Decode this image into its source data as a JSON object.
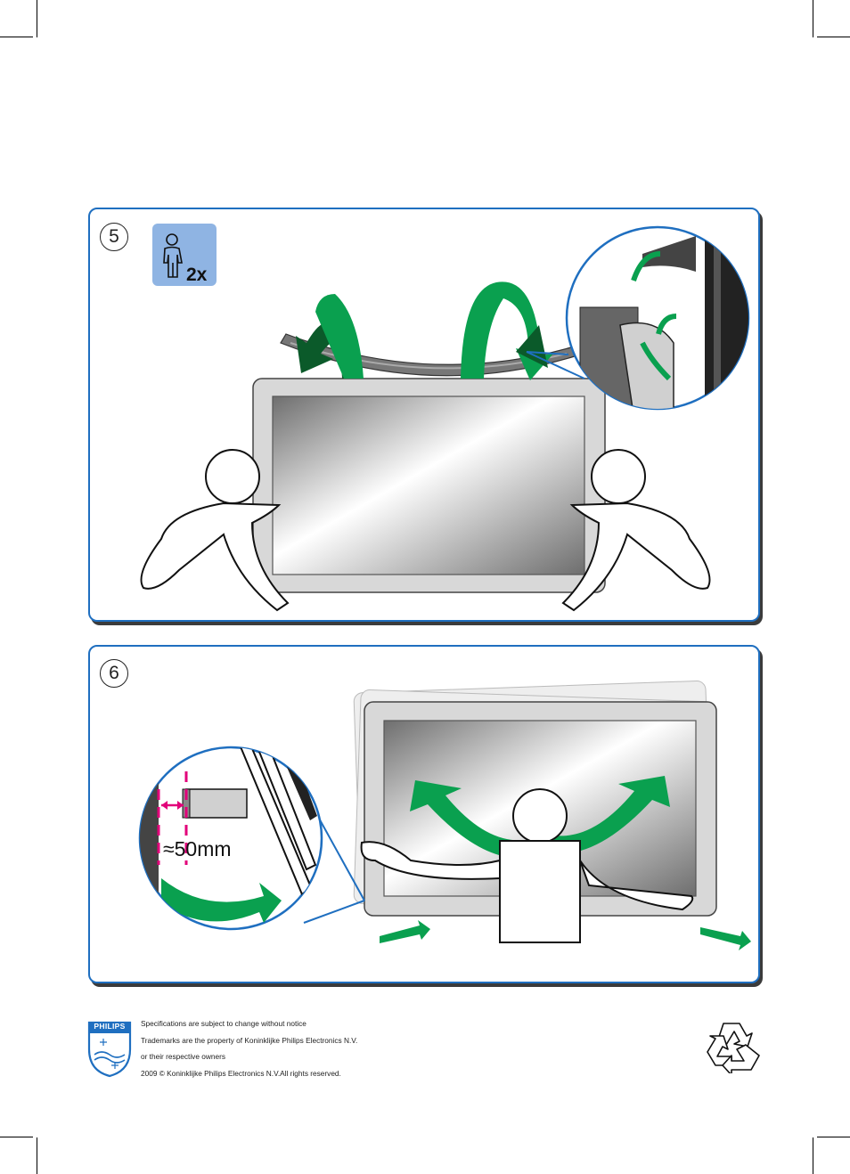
{
  "steps": [
    {
      "number": "5",
      "people_badge": "2x"
    },
    {
      "number": "6",
      "clearance_label": "≈50mm"
    }
  ],
  "footer": {
    "brand": "PHILIPS",
    "lines": [
      "Specifications are subject to change without notice",
      "Trademarks are the property of Koninklijke Philips Electronics N.V.",
      "or their respective owners",
      "2009 © Koninklijke Philips Electronics N.V.All rights reserved."
    ]
  },
  "colors": {
    "panel_border": "#1f6fc0",
    "arrow_green": "#0aa04f",
    "arrow_dark_green": "#0b5a2a",
    "badge_blue": "#8fb4e3",
    "measure_magenta": "#e2007a"
  },
  "icons": [
    "two-person-lift-icon",
    "recycle-icon",
    "philips-shield-logo"
  ]
}
